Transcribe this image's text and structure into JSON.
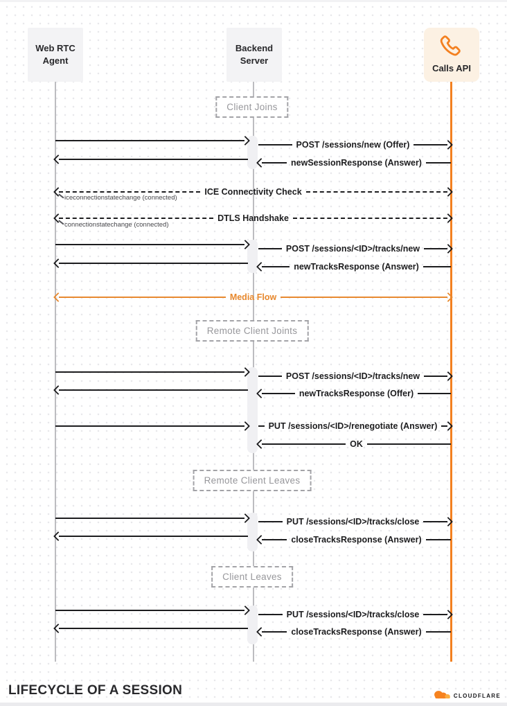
{
  "colors": {
    "cloudflare_orange": "#f38020",
    "cloudflare_orange_light": "#fbad41",
    "media_flow_orange": "#e8892e",
    "arrow_black": "#1c1c1e",
    "lifeline_gray": "#bcbcc0",
    "actor_box_gray": "#f3f3f5",
    "calls_box_cream": "#fcf1e3",
    "section_text_gray": "#97979b"
  },
  "actors": {
    "webrtc": "Web RTC Agent",
    "backend": "Backend Server",
    "calls": "Calls API"
  },
  "icons": {
    "calls_api": "phone-icon",
    "brand": "cloudflare-cloud-icon"
  },
  "sections": {
    "client_joins": "Client Joins",
    "remote_client_joins": "Remote Client Joints",
    "remote_client_leaves": "Remote Client Leaves",
    "client_leaves": "Client Leaves"
  },
  "messages": {
    "post_sessions_new": "POST /sessions/new (Offer)",
    "new_session_response": "newSessionResponse (Answer)",
    "ice_connectivity_check": "ICE Connectivity Check",
    "ice_event": "iceconnectionstatechange (connected)",
    "dtls_handshake": "DTLS Handshake",
    "dtls_event": "connectionstatechange (connected)",
    "post_tracks_new": "POST /sessions/<ID>/tracks/new",
    "new_tracks_response_answer": "newTracksResponse (Answer)",
    "media_flow": "Media Flow",
    "new_tracks_response_offer": "newTracksResponse (Offer)",
    "put_renegotiate": "PUT /sessions/<ID>/renegotiate (Answer)",
    "ok": "OK",
    "put_tracks_close": "PUT /sessions/<ID>/tracks/close",
    "close_tracks_response": "closeTracksResponse (Answer)"
  },
  "footer": {
    "title": "LIFECYCLE OF A SESSION",
    "brand": "CLOUDFLARE"
  }
}
